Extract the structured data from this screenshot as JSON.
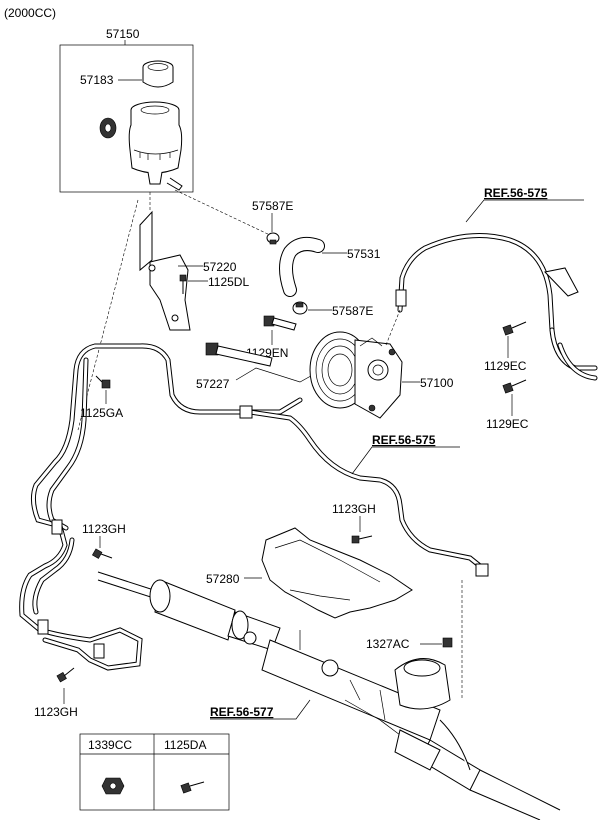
{
  "engine_variant": "(2000CC)",
  "labels": {
    "reservoir_assy": "57150",
    "reservoir_cap": "57183",
    "bracket": "57220",
    "bolt_1125dl": "1125DL",
    "clamp_upper": "57587E",
    "suction_hose": "57531",
    "clamp_lower": "57587E",
    "bolt_1129en": "1129EN",
    "bolt_57227": "57227",
    "pump": "57100",
    "bolt_1125ga": "1125GA",
    "ref_top": "REF.56-575",
    "bolt_1129ec_a": "1129EC",
    "bolt_1129ec_b": "1129EC",
    "ref_mid": "REF.56-575",
    "bolt_1123gh_a": "1123GH",
    "bolt_1123gh_b": "1123GH",
    "heat_shield": "57280",
    "nut_1327ac": "1327AC",
    "ref_bottom": "REF.56-577",
    "bolt_1123gh_c": "1123GH"
  },
  "legend": {
    "col1": "1339CC",
    "col2": "1125DA"
  }
}
